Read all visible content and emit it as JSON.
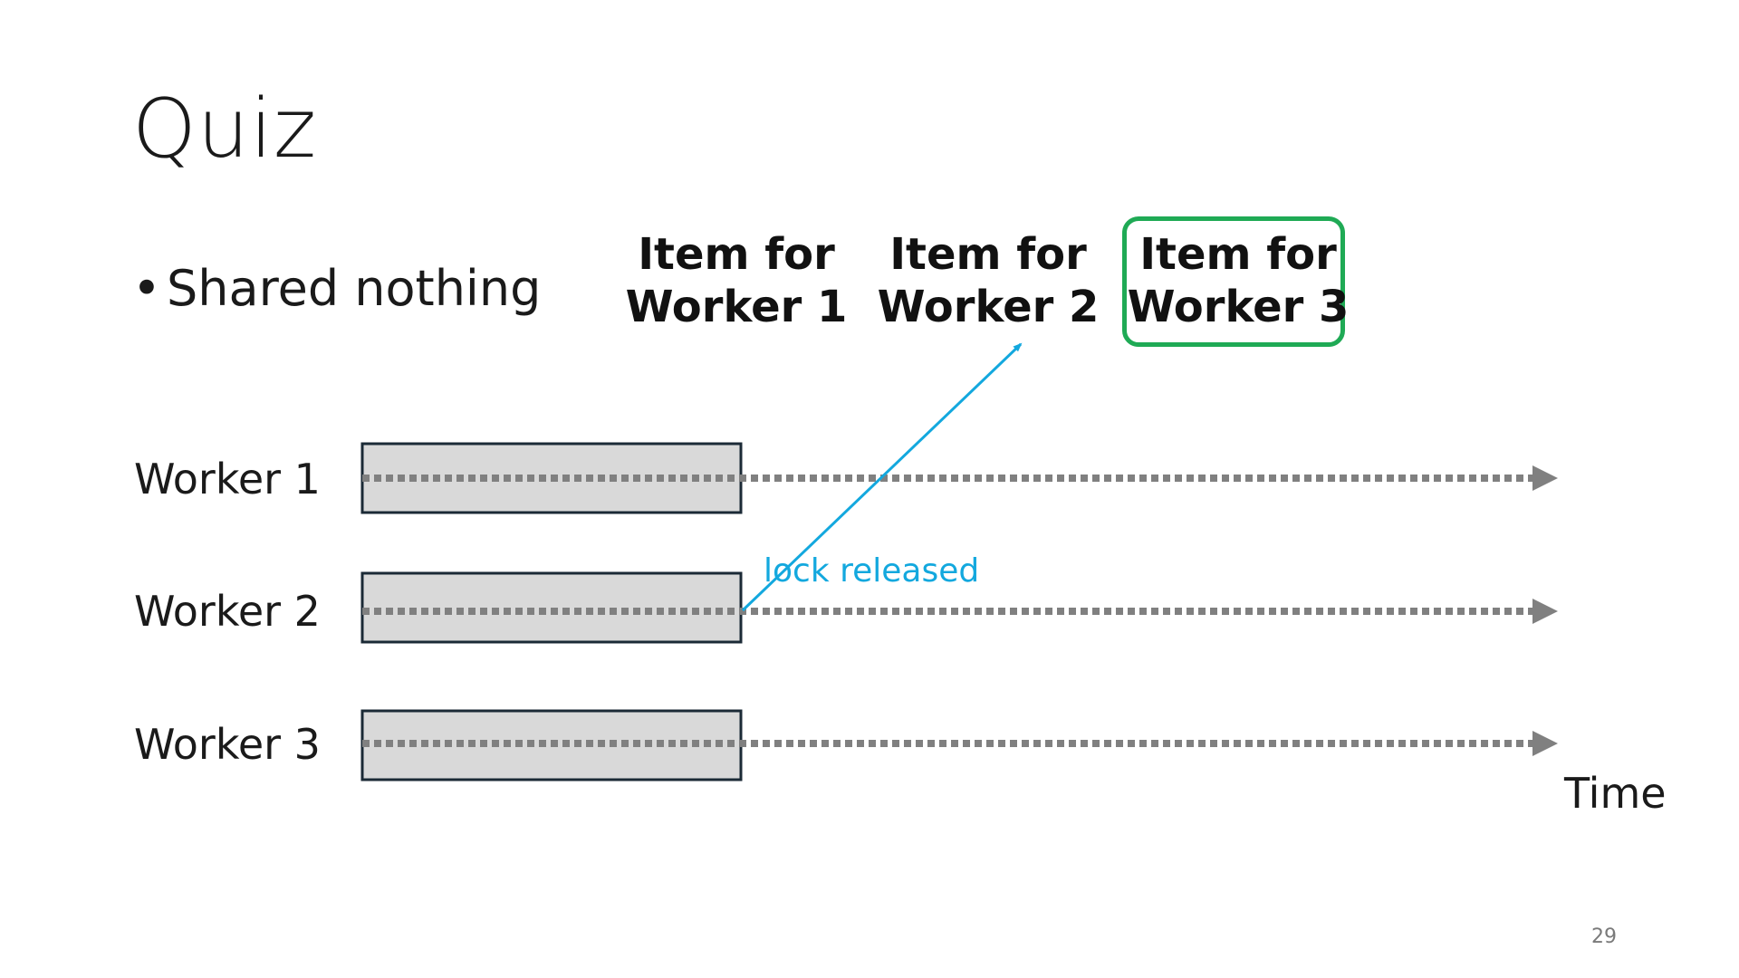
{
  "slide": {
    "title": "Quiz",
    "bullet_symbol": "•",
    "bullet_text": "Shared nothing",
    "page_number": "29"
  },
  "items": [
    {
      "line1": "Item for",
      "line2": "Worker 1",
      "highlighted": false
    },
    {
      "line1": "Item for",
      "line2": "Worker 2",
      "highlighted": false
    },
    {
      "line1": "Item for",
      "line2": "Worker 3",
      "highlighted": true
    }
  ],
  "workers": [
    {
      "label": "Worker 1"
    },
    {
      "label": "Worker 2"
    },
    {
      "label": "Worker 3"
    }
  ],
  "timeline": {
    "axis_label": "Time",
    "event_label": "lock released"
  },
  "colors": {
    "highlight_border": "#1faa55",
    "event_arrow": "#13a8de",
    "box_fill": "#d9d9d9",
    "box_border": "#1b2a36",
    "timeline_dots": "#808080"
  }
}
